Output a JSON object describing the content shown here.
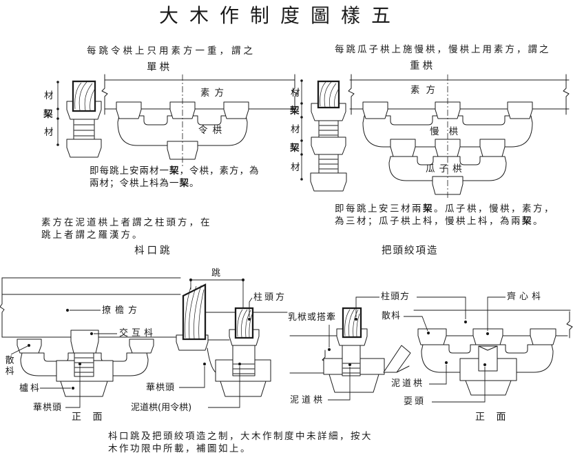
{
  "title": "大木作制度圖樣五",
  "colors": {
    "ink": "#1a1a1a",
    "paper": "#ffffff"
  },
  "single_gong": {
    "intro": "每跳令栱上只用素方一重，謂之",
    "heading": "單栱",
    "fang_label": "素方",
    "gong_label": "令栱",
    "col": [
      "材",
      "栔",
      "材"
    ],
    "note1": [
      {
        "t": "即每跳上安兩材一"
      },
      {
        "t": "栔"
      },
      {
        "t": "，令栱，素方，為"
      }
    ],
    "note2": [
      {
        "t": "兩材；令栱上枓為一"
      },
      {
        "t": "栔"
      },
      {
        "t": "。"
      }
    ]
  },
  "double_gong": {
    "intro": "每跳瓜子栱上施慢栱，慢栱上用素方，謂之",
    "heading": "重栱",
    "fang_label": "素方",
    "man_gong_label": "慢栱",
    "guazi_gong_label": "瓜子栱",
    "col": [
      "材",
      "栔",
      "材",
      "栔",
      "材"
    ],
    "note1": [
      {
        "t": "即每跳上安三材兩"
      },
      {
        "t": "栔"
      },
      {
        "t": "。瓜子栱，慢栱，素方，"
      }
    ],
    "note2": [
      {
        "t": "為三材；瓜子栱上枓，慢栱上枓，為兩"
      },
      {
        "t": "栔"
      },
      {
        "t": "。"
      }
    ]
  },
  "fang_note": {
    "l1": "素方在泥道栱上者謂之柱頭方，在",
    "l2": "跳上者謂之羅漢方。"
  },
  "doukoutiao": {
    "heading": "枓口跳",
    "labels": {
      "liaoyanfang": "撩檐方",
      "jiaohudou": "交互枓",
      "sandou": "散枓",
      "ludou": "櫨枓",
      "huagongtou_front": "華栱頭",
      "front_view": "正 面",
      "tiao": "跳",
      "zhutoufang": "柱頭方",
      "huagongtou_side": "華栱頭",
      "nidaogong": "泥道栱(用令栱)"
    }
  },
  "batou": {
    "heading": "把頭絞項造",
    "labels": {
      "rufu": "乳栿或搭牽",
      "zhutoufang": "柱頭方",
      "sandou": "散枓",
      "qixindou": "齊心枓",
      "nidaogong_side": "泥道栱",
      "nidaogong_front": "泥道栱",
      "shuatou": "耍頭",
      "front_view": "正 面"
    }
  },
  "footnote": {
    "l1": "枓口跳及把頭絞項造之制，大木作制度中未詳細，按大",
    "l2": "木作功限中所載，補圖如上。"
  }
}
